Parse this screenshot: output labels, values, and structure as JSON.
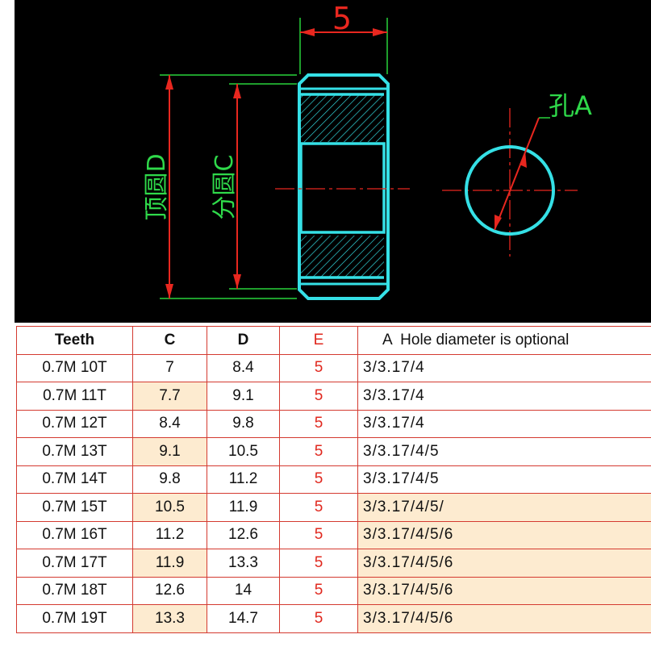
{
  "drawing": {
    "width_label": "5",
    "outer_label": "顶圆D",
    "pitch_label": "分圆C",
    "hole_label": "孔A",
    "colors": {
      "outline": "#35e0e6",
      "dimension": "#e8271f",
      "leader": "#29d33a",
      "label": "#2fd94a"
    }
  },
  "table": {
    "headers": [
      "Teeth",
      "C",
      "D",
      "E",
      "A  Hole diameter is optional"
    ],
    "rows": [
      {
        "teeth": "0.7M 10T",
        "c": "7",
        "d": "8.4",
        "e": "5",
        "a": "3/3.17/4",
        "hl_c": false,
        "hl_a": false
      },
      {
        "teeth": "0.7M 11T",
        "c": "7.7",
        "d": "9.1",
        "e": "5",
        "a": "3/3.17/4",
        "hl_c": true,
        "hl_a": false
      },
      {
        "teeth": "0.7M 12T",
        "c": "8.4",
        "d": "9.8",
        "e": "5",
        "a": "3/3.17/4",
        "hl_c": false,
        "hl_a": false
      },
      {
        "teeth": "0.7M 13T",
        "c": "9.1",
        "d": "10.5",
        "e": "5",
        "a": "3/3.17/4/5",
        "hl_c": true,
        "hl_a": false
      },
      {
        "teeth": "0.7M 14T",
        "c": "9.8",
        "d": "11.2",
        "e": "5",
        "a": "3/3.17/4/5",
        "hl_c": false,
        "hl_a": false
      },
      {
        "teeth": "0.7M 15T",
        "c": "10.5",
        "d": "11.9",
        "e": "5",
        "a": "3/3.17/4/5/",
        "hl_c": true,
        "hl_a": true
      },
      {
        "teeth": "0.7M 16T",
        "c": "11.2",
        "d": "12.6",
        "e": "5",
        "a": "3/3.17/4/5/6",
        "hl_c": false,
        "hl_a": true
      },
      {
        "teeth": "0.7M 17T",
        "c": "11.9",
        "d": "13.3",
        "e": "5",
        "a": "3/3.17/4/5/6",
        "hl_c": true,
        "hl_a": true
      },
      {
        "teeth": "0.7M 18T",
        "c": "12.6",
        "d": "14",
        "e": "5",
        "a": "3/3.17/4/5/6",
        "hl_c": false,
        "hl_a": true
      },
      {
        "teeth": "0.7M 19T",
        "c": "13.3",
        "d": "14.7",
        "e": "5",
        "a": "3/3.17/4/5/6",
        "hl_c": true,
        "hl_a": true
      }
    ]
  }
}
